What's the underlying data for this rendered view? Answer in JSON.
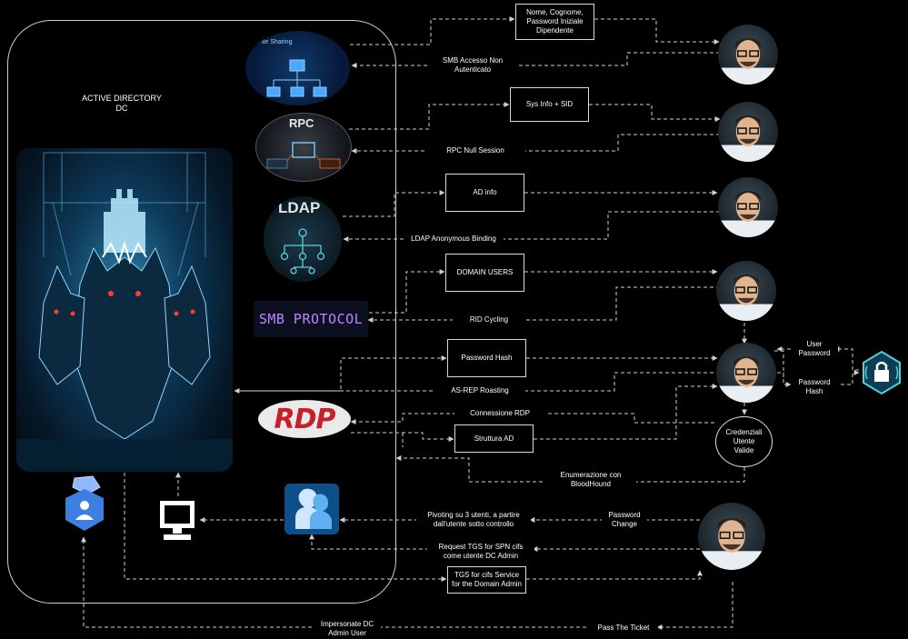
{
  "dc": {
    "title": "ACTIVE DIRECTORY\nDC"
  },
  "protocols": {
    "file_sharing": "File Sharing",
    "rpc": "RPC",
    "ldap": "LDAP",
    "smb": "SMB PROTOCOL",
    "rdp": "RDP"
  },
  "boxes": {
    "nome": "Nome, Cognome,\nPassword Iniziale\nDipendente",
    "sysinfo": "Sys Info + SID",
    "adinfo": "AD info",
    "domain_users": "DOMAIN USERS",
    "password_hash": "Password Hash",
    "struttura_ad": "Struttura AD",
    "tgs": "TGS for cifs Service\nfor the Domain Admin"
  },
  "labels": {
    "smb_accesso": "SMB Accesso Non\nAutenticato",
    "rpc_null": "RPC Null Session",
    "ldap_anon": "LDAP Anonymous Binding",
    "rid_cycling": "RID Cycling",
    "asrep": "AS-REP Roasting",
    "conn_rdp": "Connessione RDP",
    "enum_bh": "Enumerazione con\nBloodHound",
    "pivoting": "Pivoting su 3 utenti, a partire\ndall'utente sotto controllo",
    "password_change": "Password\nChange",
    "request_tgs": "Request TGS for SPN cifs\ncome utente DC Admin",
    "impersonate": "Impersonate DC\nAdmin User",
    "ptt": "Pass The Ticket",
    "user_password": "User\nPassword",
    "password_hash_side": "Password\nHash",
    "credenziali": "Credenziali\nUtente\nValide"
  },
  "icons": {
    "hero": "cerberus-castle-illustration",
    "lock": "shield-lock-icon",
    "ad_user": "active-directory-user-icon",
    "monitor": "monitor-icon",
    "users": "users-group-icon",
    "attacker": "hacker-avatar"
  }
}
